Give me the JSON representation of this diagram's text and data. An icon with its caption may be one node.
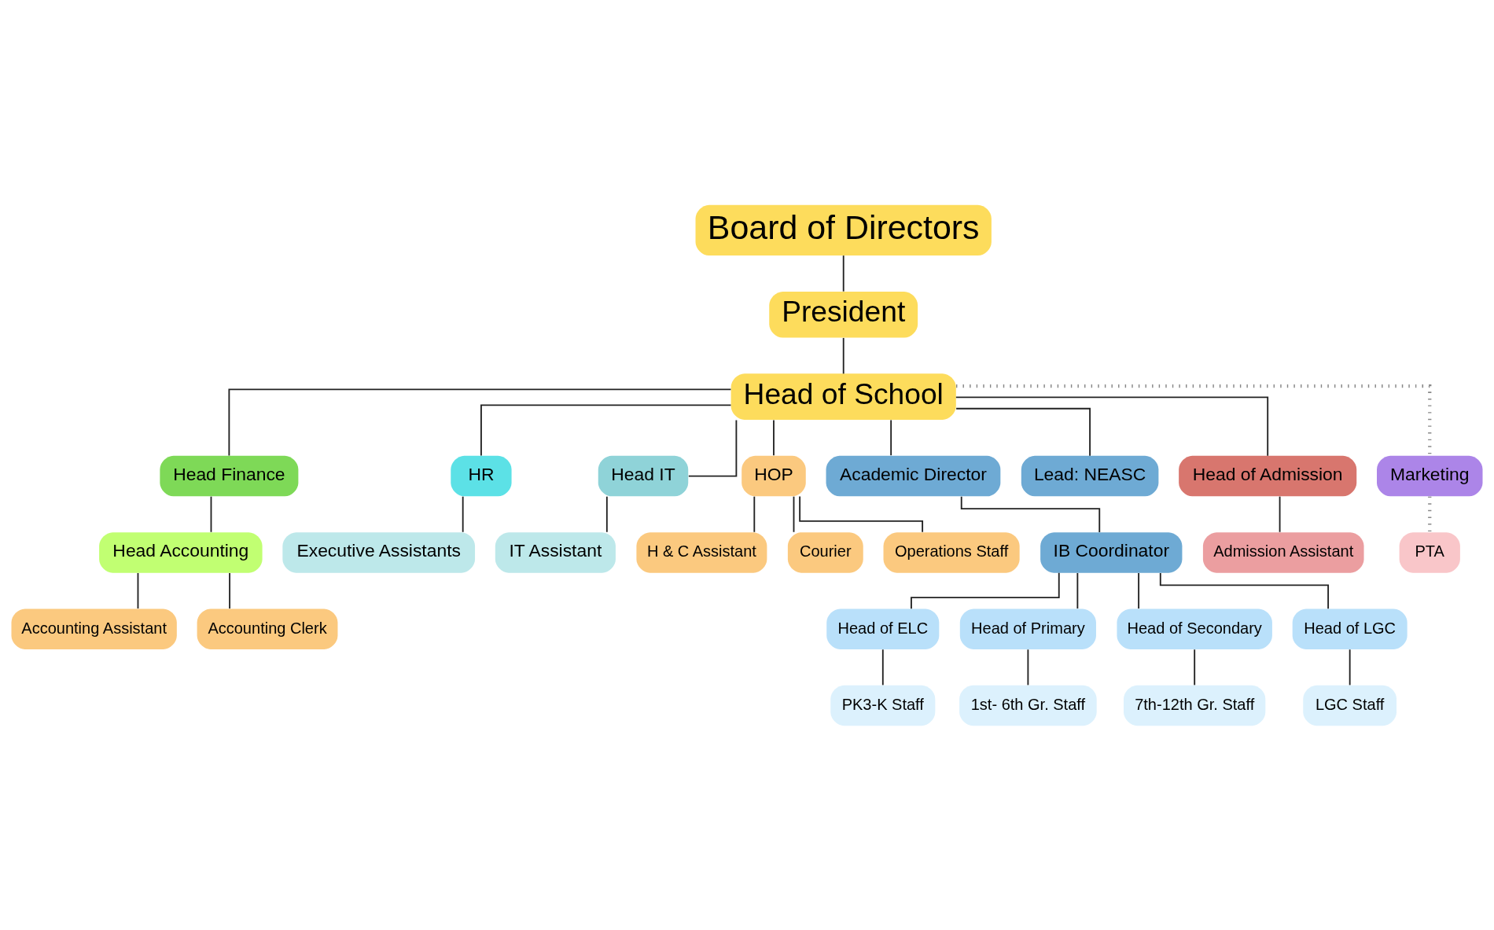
{
  "diagram": {
    "nodes": [
      {
        "text": [
          "Board of Directors"
        ]
      },
      {
        "text": [
          "President"
        ]
      },
      {
        "text": [
          "Head of School"
        ]
      },
      {
        "text": [
          "Head Finance"
        ]
      },
      {
        "text": [
          "HR"
        ]
      },
      {
        "text": [
          "Head IT"
        ]
      },
      {
        "text": [
          "HOP"
        ]
      },
      {
        "text": [
          "Academic Director"
        ]
      },
      {
        "text": [
          "Lead: NEASC"
        ]
      },
      {
        "text": [
          "Head of Admission"
        ]
      },
      {
        "text": [
          "Marketing"
        ]
      },
      {
        "text": [
          "Head Accounting"
        ]
      },
      {
        "text": [
          "IT Assistant"
        ]
      },
      {
        "text": [
          "Executive Assistants"
        ]
      },
      {
        "text": [
          "IB Coordinator"
        ]
      },
      {
        "text": [
          "Head of ELC"
        ]
      },
      {
        "text": [
          "Head of Primary"
        ]
      },
      {
        "text": [
          "Head of Secondary"
        ]
      },
      {
        "text": [
          "Head of LGC"
        ]
      },
      {
        "text": [
          "PK3-K Staff"
        ]
      },
      {
        "text": [
          "1st- 6th Gr. Staff"
        ]
      },
      {
        "text": [
          "7th-12th Gr. Staff"
        ]
      },
      {
        "text": [
          "LGC Staff"
        ]
      },
      {
        "text": [
          "PTA"
        ]
      },
      {
        "text": [
          "Accounting Assistant"
        ]
      },
      {
        "text": [
          "Accounting Clerk"
        ]
      },
      {
        "text": [
          "H & C Assistant"
        ]
      },
      {
        "text": [
          "Courier"
        ]
      },
      {
        "text": [
          "Operations Staff"
        ]
      },
      {
        "text": [
          "Admission Assistant"
        ]
      }
    ],
    "edges": [
      {
        "from": 0,
        "to": 1,
        "arrow": "none"
      },
      {
        "from": 1,
        "to": 2,
        "arrow": "none"
      },
      {
        "from": 2,
        "to": 3,
        "arrow": "none"
      },
      {
        "from": 2,
        "to": 4,
        "arrow": "none"
      },
      {
        "from": 2,
        "to": 5,
        "arrow": "none"
      },
      {
        "from": 2,
        "to": 6,
        "arrow": "none"
      },
      {
        "from": 2,
        "to": 7,
        "arrow": "none"
      },
      {
        "from": 2,
        "to": 8,
        "arrow": "none"
      },
      {
        "from": 2,
        "to": 9,
        "arrow": "none"
      },
      {
        "from": 2,
        "to": 10,
        "arrow": "none",
        "style": "dashed",
        "color": "#888888"
      },
      {
        "from": 3,
        "to": 11,
        "arrow": "none"
      },
      {
        "from": 5,
        "to": 12,
        "arrow": "none"
      },
      {
        "from": 4,
        "to": 13,
        "arrow": "none"
      },
      {
        "from": 7,
        "to": 14,
        "arrow": "none"
      },
      {
        "from": 14,
        "to": 15,
        "arrow": "none"
      },
      {
        "from": 14,
        "to": 16,
        "arrow": "none"
      },
      {
        "from": 14,
        "to": 17,
        "arrow": "none"
      },
      {
        "from": 14,
        "to": 18,
        "arrow": "none"
      },
      {
        "from": 15,
        "to": 19,
        "arrow": "none"
      },
      {
        "from": 16,
        "to": 20,
        "arrow": "none"
      },
      {
        "from": 17,
        "to": 21,
        "arrow": "none"
      },
      {
        "from": 18,
        "to": 22,
        "arrow": "none"
      },
      {
        "from": 10,
        "to": 23,
        "arrow": "none",
        "style": "dashed",
        "color": "#888888"
      },
      {
        "from": 11,
        "to": 24,
        "arrow": "none"
      },
      {
        "from": 11,
        "to": 25,
        "arrow": "none"
      },
      {
        "from": 6,
        "to": 26,
        "arrow": "none"
      },
      {
        "from": 6,
        "to": 27,
        "arrow": "none"
      },
      {
        "from": 6,
        "to": 28,
        "arrow": "none"
      },
      {
        "from": 9,
        "to": 29,
        "arrow": "none"
      }
    ]
  }
}
